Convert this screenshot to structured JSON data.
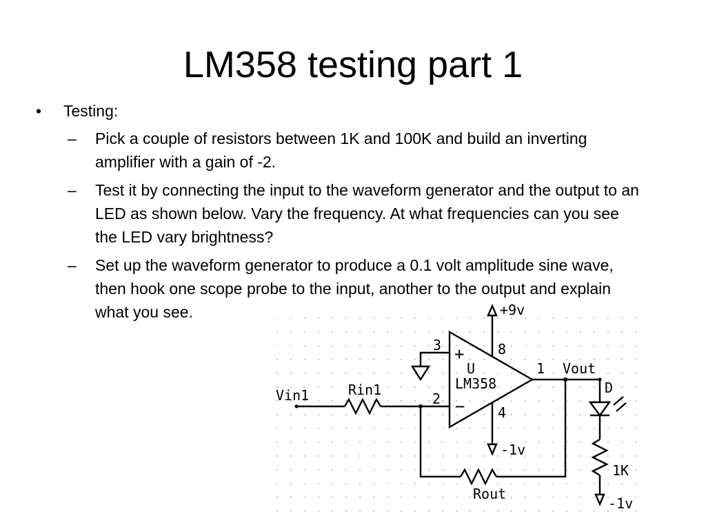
{
  "slide": {
    "title": "LM358 testing part 1",
    "bullet_marker": "•",
    "dash_marker": "–",
    "heading": "Testing:",
    "items": [
      "Pick a couple of resistors between 1K and 100K and build an inverting amplifier with a gain of -2.",
      "Test it by connecting the input to the waveform generator and the output to an LED as shown below. Vary the frequency. At what frequencies can you see the LED vary brightness?",
      "Set up the waveform generator to produce a 0.1 volt amplitude sine wave, then hook one scope probe to the input, another to the output and explain what you see."
    ]
  },
  "circuit": {
    "labels": {
      "vplus": "+9v",
      "vminus_opamp": "-1v",
      "vminus_led": "-1v",
      "pin3": "3",
      "pin8": "8",
      "pin2": "2",
      "pin4": "4",
      "pin1": "1",
      "plus_sign": "+",
      "minus_sign": "−",
      "unit": "U",
      "chip": "LM358",
      "vin": "Vin1",
      "rin": "Rin1",
      "rout": "Rout",
      "vout": "Vout",
      "diode": "D",
      "r_led": "1K"
    }
  }
}
